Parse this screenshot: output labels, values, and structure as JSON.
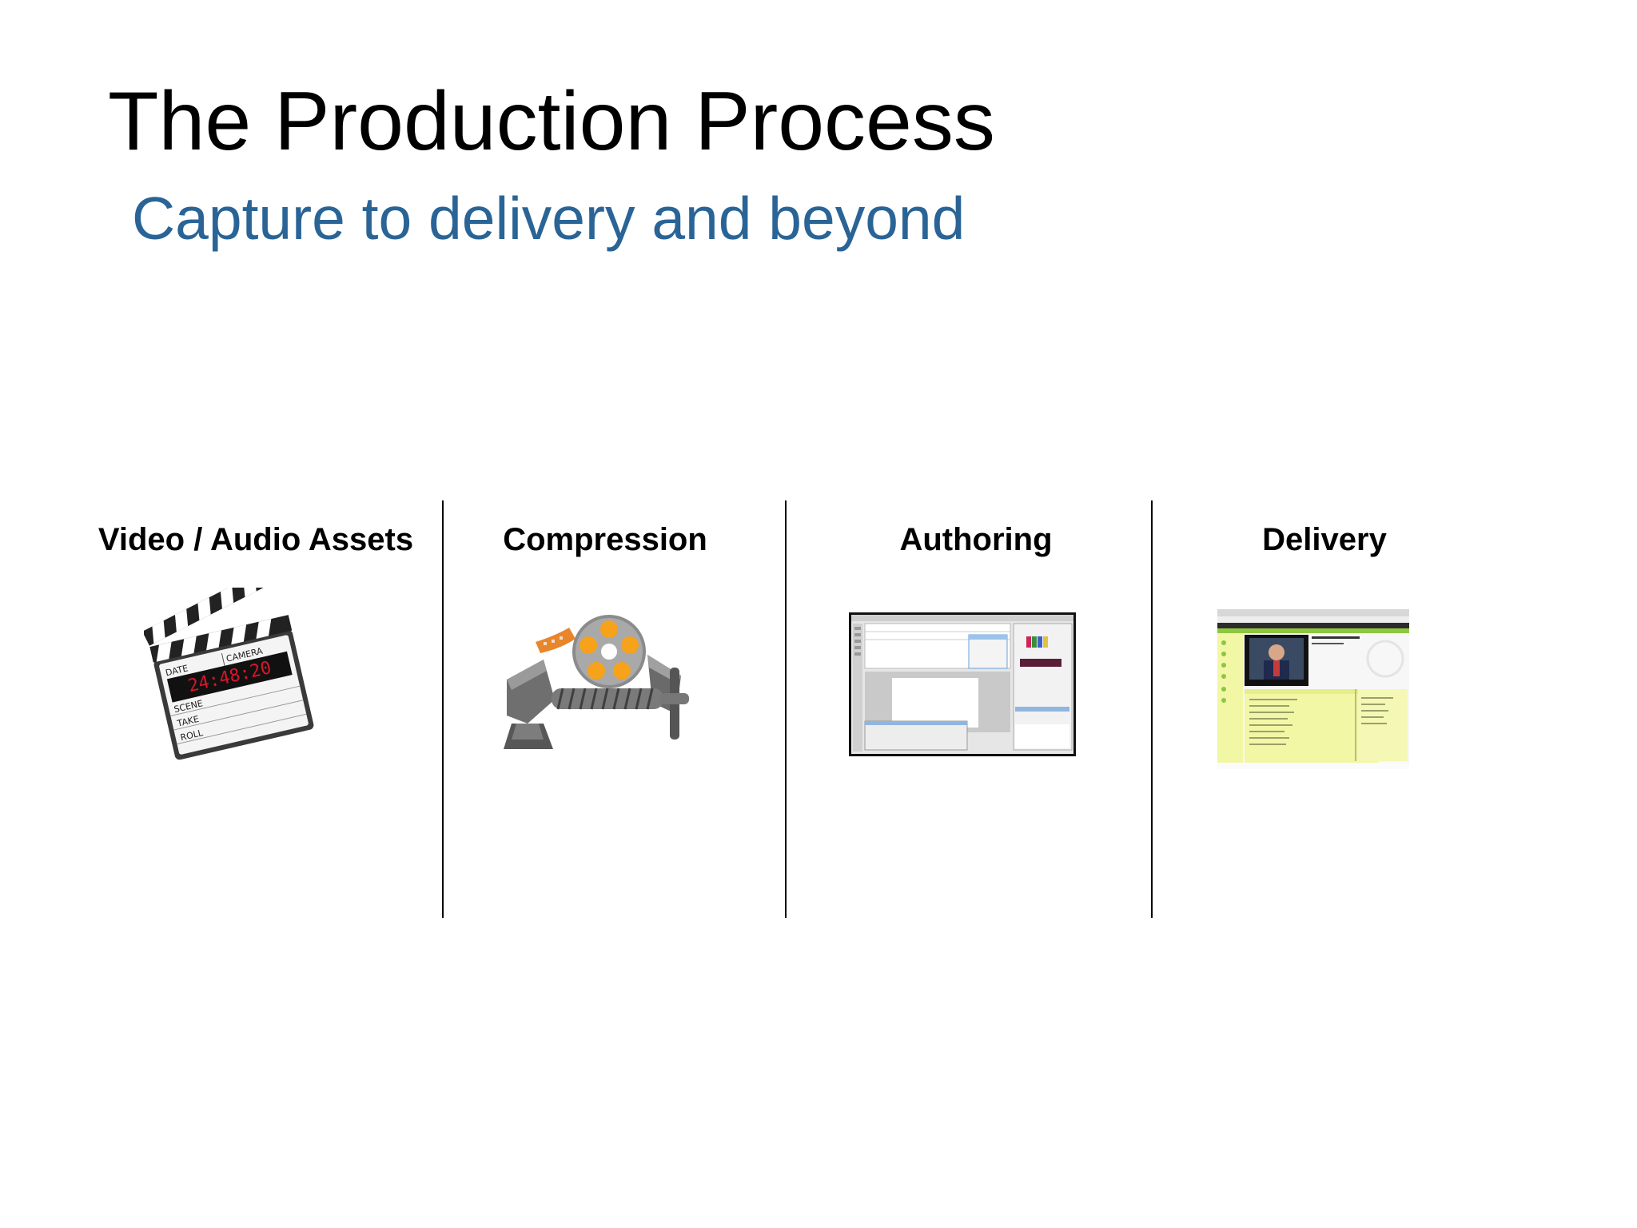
{
  "slide": {
    "title": "The Production Process",
    "subtitle": "Capture to delivery and beyond"
  },
  "stages": [
    {
      "label": "Video / Audio Assets",
      "icon": "clapperboard-icon"
    },
    {
      "label": "Compression",
      "icon": "vise-film-reel-icon"
    },
    {
      "label": "Authoring",
      "icon": "authoring-app-screenshot"
    },
    {
      "label": "Delivery",
      "icon": "web-delivery-screenshot"
    }
  ],
  "clapperboard": {
    "date_label": "DATE",
    "camera_label": "CAMERA",
    "timecode": "24:48:20",
    "scene_label": "SCENE",
    "take_label": "TAKE",
    "roll_label": "ROLL"
  },
  "colors": {
    "subtitle": "#2a6496",
    "timecode": "#d6172a",
    "reel": "#f7a21b",
    "delivery_bg": "#f2f7a6",
    "delivery_nav": "#2c2c2c",
    "delivery_green": "#8ec640"
  }
}
